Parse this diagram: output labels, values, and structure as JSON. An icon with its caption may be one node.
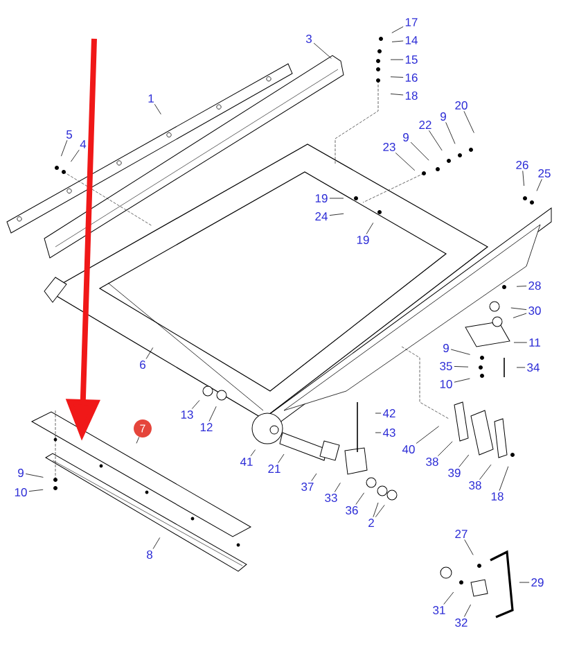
{
  "diagram": {
    "nodes": [
      {
        "text": [
          "17"
        ]
      },
      {
        "text": [
          "3"
        ]
      },
      {
        "text": [
          "14"
        ]
      },
      {
        "text": [
          "15"
        ]
      },
      {
        "text": [
          "16"
        ]
      },
      {
        "text": [
          "18"
        ]
      },
      {
        "text": [
          "1"
        ]
      },
      {
        "text": [
          "20"
        ]
      },
      {
        "text": [
          "9"
        ]
      },
      {
        "text": [
          "22"
        ]
      },
      {
        "text": [
          "5"
        ]
      },
      {
        "text": [
          "9"
        ]
      },
      {
        "text": [
          "4"
        ]
      },
      {
        "text": [
          "23"
        ]
      },
      {
        "text": [
          "26"
        ]
      },
      {
        "text": [
          "25"
        ]
      },
      {
        "text": [
          "19"
        ]
      },
      {
        "text": [
          "24"
        ]
      },
      {
        "text": [
          "19"
        ]
      },
      {
        "text": [
          "28"
        ]
      },
      {
        "text": [
          "30"
        ]
      },
      {
        "text": [
          "11"
        ]
      },
      {
        "text": [
          "9"
        ]
      },
      {
        "text": [
          "6"
        ]
      },
      {
        "text": [
          "35"
        ]
      },
      {
        "text": [
          "34"
        ]
      },
      {
        "text": [
          "10"
        ]
      },
      {
        "text": [
          "42"
        ]
      },
      {
        "text": [
          "13"
        ]
      },
      {
        "text": [
          "12"
        ]
      },
      {
        "text": [
          "7"
        ]
      },
      {
        "text": [
          "43"
        ]
      },
      {
        "text": [
          "40"
        ]
      },
      {
        "text": [
          "41"
        ]
      },
      {
        "text": [
          "21"
        ]
      },
      {
        "text": [
          "38"
        ]
      },
      {
        "text": [
          "9"
        ]
      },
      {
        "text": [
          "39"
        ]
      },
      {
        "text": [
          "38"
        ]
      },
      {
        "text": [
          "37"
        ]
      },
      {
        "text": [
          "10"
        ]
      },
      {
        "text": [
          "18"
        ]
      },
      {
        "text": [
          "33"
        ]
      },
      {
        "text": [
          "36"
        ]
      },
      {
        "text": [
          "2"
        ]
      },
      {
        "text": [
          "27"
        ]
      },
      {
        "text": [
          "8"
        ]
      },
      {
        "text": [
          "29"
        ]
      },
      {
        "text": [
          "31"
        ]
      },
      {
        "text": [
          "32"
        ]
      }
    ],
    "edges": [
      {
        "from": 0,
        "to": null,
        "arrow": "none"
      },
      {
        "from": 1,
        "to": null,
        "arrow": "none"
      },
      {
        "from": 2,
        "to": null,
        "arrow": "none"
      },
      {
        "from": 3,
        "to": null,
        "arrow": "none"
      },
      {
        "from": 4,
        "to": null,
        "arrow": "none"
      },
      {
        "from": 5,
        "to": null,
        "arrow": "none"
      },
      {
        "from": 6,
        "to": null,
        "arrow": "none"
      },
      {
        "from": 7,
        "to": null,
        "arrow": "none"
      },
      {
        "from": 8,
        "to": null,
        "arrow": "none"
      },
      {
        "from": 9,
        "to": null,
        "arrow": "none"
      },
      {
        "from": 10,
        "to": null,
        "arrow": "none"
      },
      {
        "from": 11,
        "to": null,
        "arrow": "none"
      },
      {
        "from": 12,
        "to": null,
        "arrow": "none"
      },
      {
        "from": 13,
        "to": null,
        "arrow": "none"
      },
      {
        "from": 14,
        "to": null,
        "arrow": "none"
      },
      {
        "from": 15,
        "to": null,
        "arrow": "none"
      },
      {
        "from": 16,
        "to": null,
        "arrow": "none"
      },
      {
        "from": 17,
        "to": null,
        "arrow": "none"
      },
      {
        "from": 18,
        "to": null,
        "arrow": "none"
      },
      {
        "from": 19,
        "to": null,
        "arrow": "none"
      },
      {
        "from": 20,
        "to": null,
        "arrow": "none"
      },
      {
        "from": 20,
        "to": null,
        "arrow": "none"
      },
      {
        "from": 21,
        "to": null,
        "arrow": "none"
      },
      {
        "from": 22,
        "to": null,
        "arrow": "none"
      },
      {
        "from": 23,
        "to": null,
        "arrow": "none"
      },
      {
        "from": 24,
        "to": null,
        "arrow": "none"
      },
      {
        "from": 25,
        "to": null,
        "arrow": "none"
      },
      {
        "from": 26,
        "to": null,
        "arrow": "none"
      },
      {
        "from": 27,
        "to": null,
        "arrow": "none"
      },
      {
        "from": 28,
        "to": null,
        "arrow": "none"
      },
      {
        "from": 29,
        "to": null,
        "arrow": "none"
      },
      {
        "from": 30,
        "to": null,
        "arrow": "none"
      },
      {
        "from": 31,
        "to": null,
        "arrow": "none"
      },
      {
        "from": 32,
        "to": null,
        "arrow": "none"
      },
      {
        "from": 33,
        "to": null,
        "arrow": "none"
      },
      {
        "from": 34,
        "to": null,
        "arrow": "none"
      },
      {
        "from": 35,
        "to": null,
        "arrow": "none"
      },
      {
        "from": 36,
        "to": null,
        "arrow": "none"
      },
      {
        "from": 37,
        "to": null,
        "arrow": "none"
      },
      {
        "from": 38,
        "to": null,
        "arrow": "none"
      },
      {
        "from": 39,
        "to": null,
        "arrow": "none"
      },
      {
        "from": 40,
        "to": null,
        "arrow": "none"
      },
      {
        "from": 41,
        "to": null,
        "arrow": "none"
      },
      {
        "from": 42,
        "to": null,
        "arrow": "none"
      },
      {
        "from": 43,
        "to": null,
        "arrow": "none"
      },
      {
        "from": 44,
        "to": null,
        "arrow": "none"
      },
      {
        "from": 44,
        "to": null,
        "arrow": "none"
      },
      {
        "from": 45,
        "to": null,
        "arrow": "none"
      },
      {
        "from": 46,
        "to": null,
        "arrow": "none"
      },
      {
        "from": 47,
        "to": null,
        "arrow": "none"
      },
      {
        "from": 48,
        "to": null,
        "arrow": "none"
      },
      {
        "from": 49,
        "to": null,
        "arrow": "none"
      }
    ]
  }
}
